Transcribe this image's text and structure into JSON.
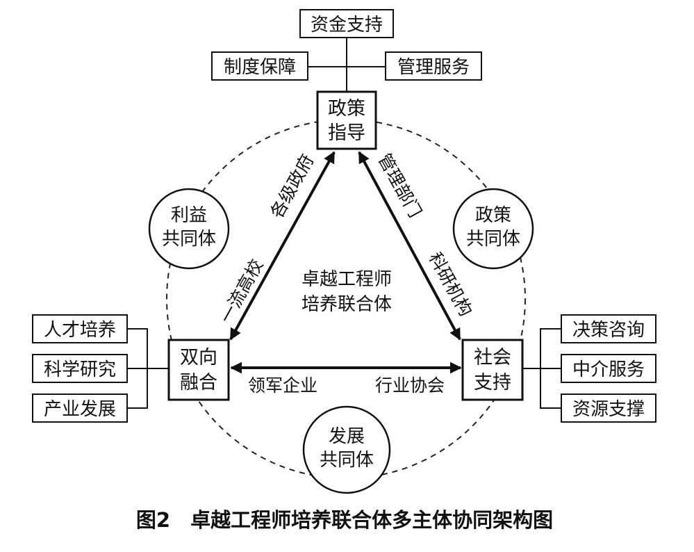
{
  "policy": {
    "top": "资金支持",
    "left": "制度保障",
    "right": "管理服务",
    "node": [
      "政策",
      "指导"
    ]
  },
  "dual": {
    "node": [
      "双向",
      "融合"
    ],
    "items": [
      "人才培养",
      "科学研究",
      "产业发展"
    ]
  },
  "social": {
    "node": [
      "社会",
      "支持"
    ],
    "items": [
      "决策咨询",
      "中介服务",
      "资源支撑"
    ]
  },
  "communities": {
    "interest": [
      "利益",
      "共同体"
    ],
    "policy": [
      "政策",
      "共同体"
    ],
    "development": [
      "发展",
      "共同体"
    ]
  },
  "center": [
    "卓越工程师",
    "培养联合体"
  ],
  "edges": {
    "left_upper": "各级政府",
    "left_lower": "一流高校",
    "right_upper": "管理部门",
    "right_lower": "科研机构",
    "bottom_left": "领军企业",
    "bottom_right": "行业协会"
  },
  "caption": "图2　卓越工程师培养联合体多主体协同架构图"
}
